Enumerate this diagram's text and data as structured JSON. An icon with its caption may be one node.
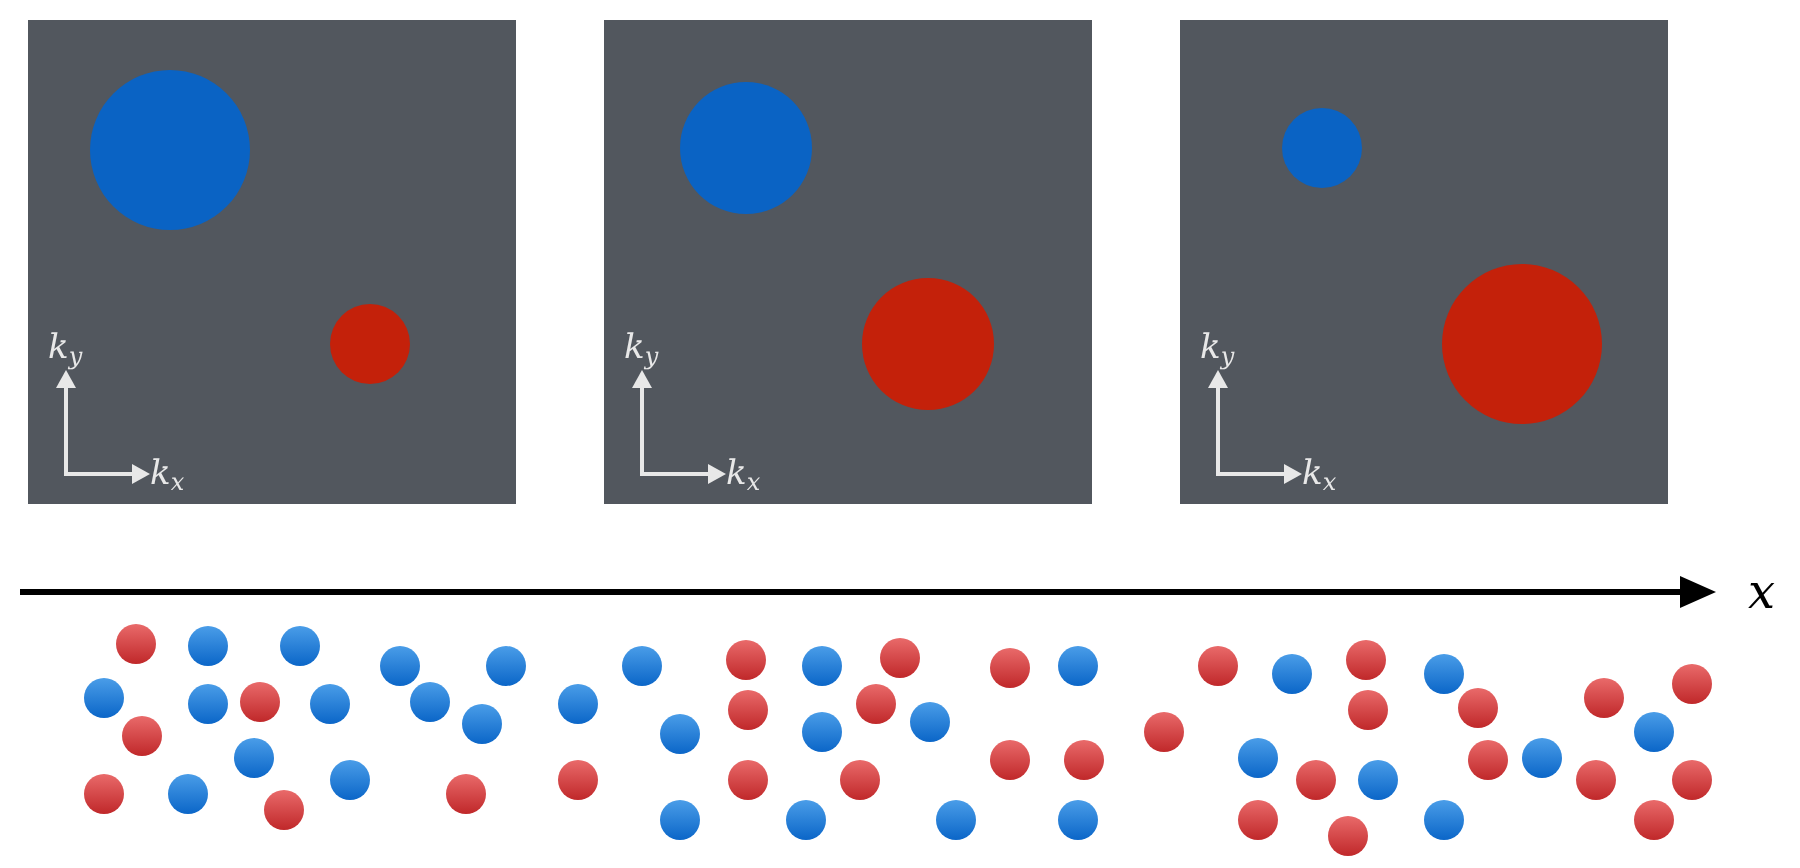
{
  "diagram": {
    "nodes": [
      {
        "text": [
          "k$_{y}$",
          "k$_{x}$"
        ]
      },
      {
        "text": [
          "k$_{y}$",
          "k$_{x}$"
        ]
      },
      {
        "text": [
          "k$_{y}$",
          "k$_{x}$"
        ]
      }
    ],
    "edges": [],
    "labels": [
      "x"
    ]
  }
}
